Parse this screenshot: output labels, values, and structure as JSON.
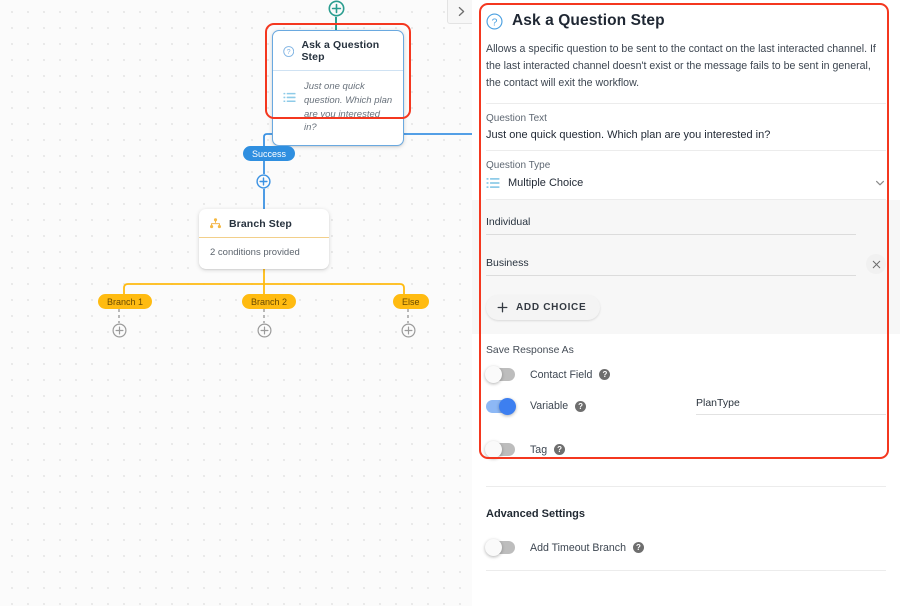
{
  "canvas": {
    "collapse_button_icon": "chevron-right-icon",
    "top_add_button_icon": "plus-circle-icon",
    "nodes": [
      {
        "id": "ask-question",
        "icon": "question-mark-circle-icon",
        "title": "Ask a Question Step",
        "body_icon": "list-icon",
        "body_text": "Just one quick question. Which plan are you interested in?"
      },
      {
        "id": "branch",
        "icon": "branch-hierarchy-icon",
        "title": "Branch Step",
        "body_text": "2 conditions provided"
      }
    ],
    "badges": [
      {
        "id": "success",
        "label": "Success",
        "color": "#2f8fe0"
      },
      {
        "id": "branch-1",
        "label": "Branch 1",
        "color": "#ffbb11"
      },
      {
        "id": "branch-2",
        "label": "Branch 2",
        "color": "#ffbb11"
      },
      {
        "id": "else",
        "label": "Else",
        "color": "#ffbb11"
      }
    ],
    "colors": {
      "success_wire": "#3b92e3",
      "branch_wire": "#ffbb11",
      "top_wire": "#2a9d8f"
    }
  },
  "panel": {
    "icon": "question-mark-circle-icon",
    "title": "Ask a Question Step",
    "description": "Allows a specific question to be sent to the contact on the last interacted channel. If the last interacted channel doesn't exist or the message fails to be sent in general, the contact will exit the workflow.",
    "question_text": {
      "label": "Question Text",
      "value": "Just one quick question. Which plan are you interested in?"
    },
    "question_type": {
      "label": "Question Type",
      "value": "Multiple Choice",
      "icon": "list-icon",
      "chevron_icon": "chevron-down-icon"
    },
    "choices": [
      {
        "value": "Individual",
        "removable": false
      },
      {
        "value": "Business",
        "removable": true,
        "remove_icon": "close-icon"
      }
    ],
    "add_choice": {
      "label": "ADD CHOICE",
      "icon": "plus-icon"
    },
    "save_response_as": {
      "label": "Save Response As",
      "toggles": [
        {
          "name": "contact-field",
          "label": "Contact Field",
          "on": false,
          "help_icon": "help-icon"
        },
        {
          "name": "variable",
          "label": "Variable",
          "on": true,
          "help_icon": "help-icon",
          "value": "PlanType"
        },
        {
          "name": "tag",
          "label": "Tag",
          "on": false,
          "help_icon": "help-icon"
        }
      ]
    },
    "advanced_settings": {
      "label": "Advanced Settings",
      "toggles": [
        {
          "name": "add-timeout-branch",
          "label": "Add Timeout Branch",
          "on": false,
          "help_icon": "help-icon"
        }
      ]
    }
  },
  "annotations": {
    "color": "#f4371f"
  }
}
